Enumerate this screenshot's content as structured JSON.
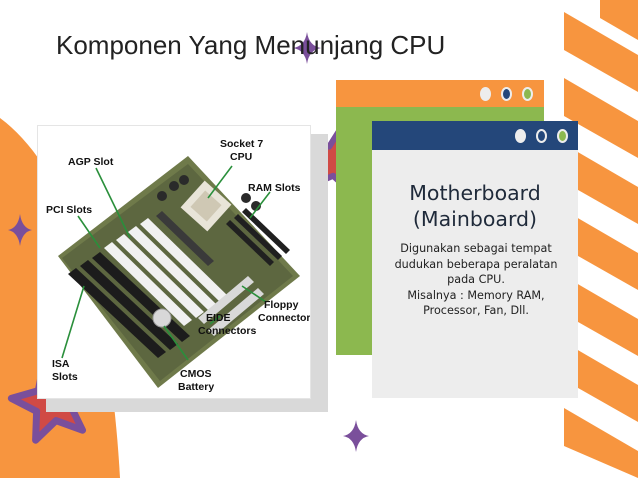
{
  "slide": {
    "title": "Komponen Yang Menunjang CPU",
    "colors": {
      "orange": "#f7953f",
      "green": "#8cb84f",
      "navy": "#24477a",
      "purple": "#7a4f9b",
      "red_star": "#d04a45",
      "light_gray": "#ededed"
    }
  },
  "image": {
    "subject": "motherboard photo",
    "labels": {
      "agp": "AGP Slot",
      "socket_line1": "Socket 7",
      "socket_line2": "CPU",
      "pci": "PCI Slots",
      "ram": "RAM Slots",
      "floppy_line1": "Floppy",
      "floppy_line2": "Connector",
      "eide_line1": "EIDE",
      "eide_line2": "Connectors",
      "cmos_line1": "CMOS",
      "cmos_line2": "Battery",
      "isa_line1": "ISA",
      "isa_line2": "Slots"
    }
  },
  "card": {
    "title_line1": "Motherboard",
    "title_line2": "(Mainboard)",
    "body_lines": [
      "Digunakan sebagai tempat",
      "dudukan beberapa peralatan",
      "pada CPU.",
      "Misalnya : Memory RAM,",
      "Processor, Fan, Dll."
    ]
  },
  "icons": {
    "window_dots": [
      "circle-icon-white",
      "circle-icon-blue",
      "circle-icon-green"
    ],
    "decorations": [
      "star-icon",
      "sparkle-icon"
    ]
  }
}
